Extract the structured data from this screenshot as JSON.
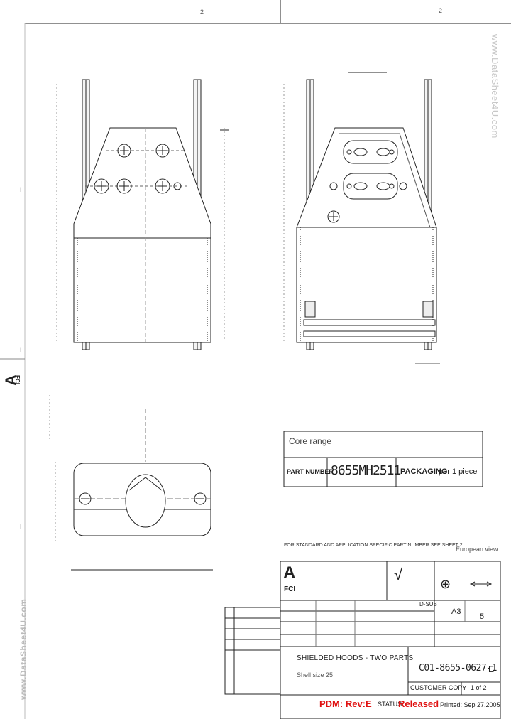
{
  "sheet": {
    "zone_col_1": "2",
    "zone_col_2": "2",
    "zone_row_a": "I",
    "zone_row_b": "I",
    "zone_row_c": "I"
  },
  "watermark": {
    "top_right": "www.DataSheet4U.com",
    "bottom_left": "www.DataSheet4U.com"
  },
  "side_logo": {
    "mark": "A",
    "letters": "FCI"
  },
  "parts_box": {
    "core_range": "Core range",
    "part_number_label": "PART NUMBER",
    "part_number_value": "8655MH2511",
    "packaging_label": "PACKAGING:",
    "packaging_value": "per 1 piece"
  },
  "notes": {
    "standard_application": "FOR STANDARD AND APPLICATION SPECIFIC PART NUMBER SEE SHEET 2.",
    "projection": "European view"
  },
  "title_block": {
    "logo_mark": "A",
    "logo_text": "FCI",
    "finish_symbol": "√",
    "units_symbol": "⊕",
    "format_label": "D-SUB",
    "sheet_size": "A3",
    "scale": "5",
    "title": "SHIELDED HOODS - TWO PARTS",
    "subtitle": "Shell size 25",
    "drawing_number": "C01-8655-0627-1",
    "revision_letter": "E",
    "copy_type": "CUSTOMER COPY",
    "sheet_index": "1 of 2",
    "pdm_label": "PDM: Rev:E",
    "status_label": "STATUS:",
    "status_value": "Released",
    "printed_label": "Printed: Sep 27,2005"
  }
}
